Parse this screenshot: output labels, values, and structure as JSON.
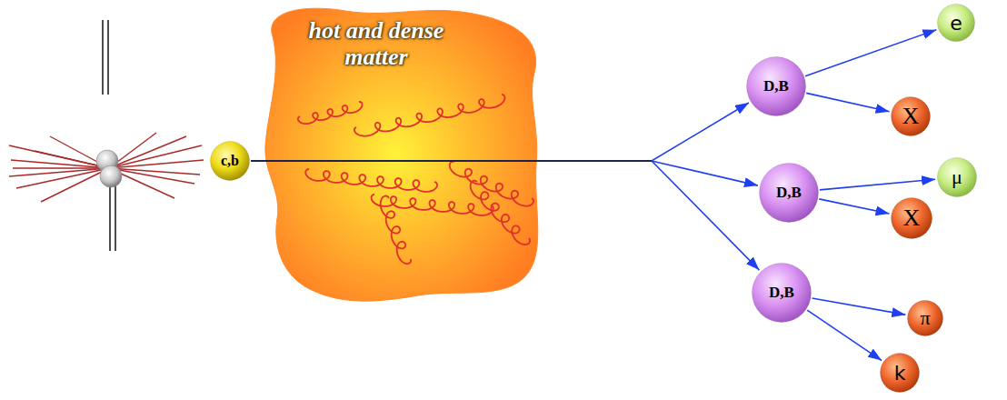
{
  "diagram": {
    "nodes": [
      {
        "text": [
          "c,b"
        ]
      },
      {
        "text": [
          "hot and dense matter"
        ]
      },
      {
        "text": [
          "D,B"
        ]
      },
      {
        "text": [
          "e"
        ]
      },
      {
        "text": [
          "X"
        ]
      },
      {
        "text": [
          "D,B"
        ]
      },
      {
        "text": [
          "μ"
        ]
      },
      {
        "text": [
          "X"
        ]
      },
      {
        "text": [
          "D,B"
        ]
      },
      {
        "text": [
          "π"
        ]
      },
      {
        "text": [
          "k"
        ]
      }
    ],
    "edges": [
      {
        "from": 0,
        "to": 2,
        "arrow": "to"
      },
      {
        "from": 0,
        "to": 5,
        "arrow": "to"
      },
      {
        "from": 0,
        "to": 8,
        "arrow": "to"
      },
      {
        "from": 2,
        "to": 3,
        "arrow": "to"
      },
      {
        "from": 2,
        "to": 4,
        "arrow": "to"
      },
      {
        "from": 5,
        "to": 6,
        "arrow": "to"
      },
      {
        "from": 5,
        "to": 7,
        "arrow": "to"
      },
      {
        "from": 8,
        "to": 9,
        "arrow": "to"
      },
      {
        "from": 8,
        "to": 10,
        "arrow": "to"
      }
    ]
  }
}
